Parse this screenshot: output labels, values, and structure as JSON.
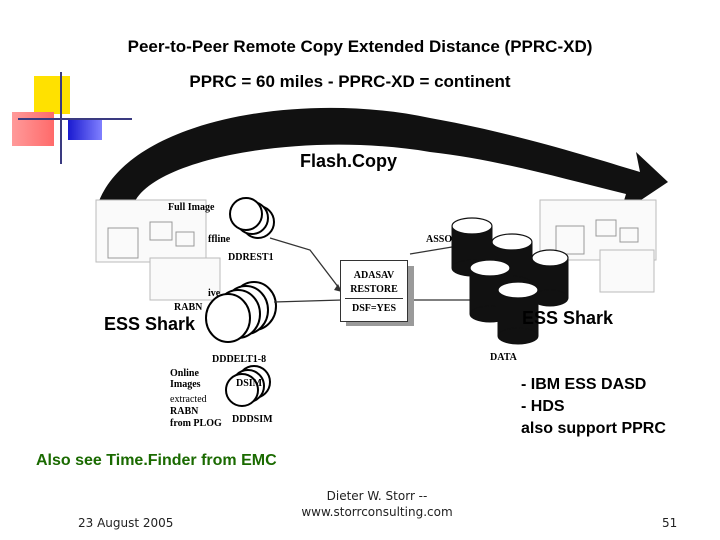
{
  "slide": {
    "title": "Peer-to-Peer Remote Copy Extended Distance (PPRC-XD)",
    "subtitle": "PPRC = 60 miles - PPRC-XD = continent",
    "arrow_label": "Flash.Copy",
    "left_storage": "ESS Shark",
    "right_storage": "ESS Shark",
    "note_emc": "Also see Time.Finder from EMC",
    "vendors": [
      "- IBM ESS DASD",
      "- HDS",
      "also support PPRC"
    ]
  },
  "diagram": {
    "full_image": "Full Image",
    "offline_fragment": "ffline",
    "ddrest": "DDREST1",
    "active_fragment": "ive",
    "rabn": "RABN",
    "asso": "ASSO",
    "adasav_box": [
      "ADASAV",
      "RESTORE",
      "DSF=YES"
    ],
    "data": "DATA",
    "dddelt": "DDDELT1-8",
    "online_images": [
      "Online",
      "Images"
    ],
    "extracted": [
      "extracted",
      "RABN",
      "from PLOG"
    ],
    "dsim": "DSIM",
    "dddsim": "DDDSIM"
  },
  "footer": {
    "date": "23 August 2005",
    "author": "Dieter W. Storr --",
    "website": "www.storrconsulting.com",
    "page": "51"
  },
  "colors": {
    "deco_yellow": "#ffe100",
    "deco_red": "#ff7070",
    "deco_blue": "#2a2ad8",
    "arrow": "#111111",
    "emc_note": "#1a6a00"
  }
}
